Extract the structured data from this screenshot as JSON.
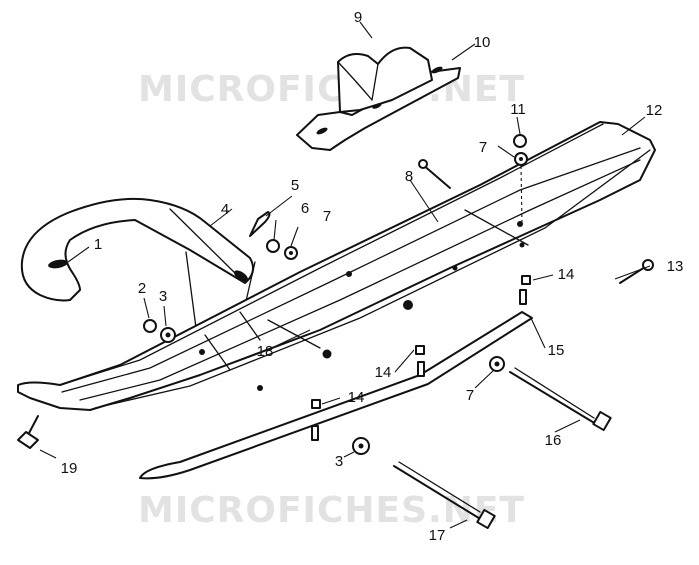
{
  "watermark_top": "MICROFICHES.NET",
  "watermark_bottom": "MICROFICHES.NET",
  "callouts": [
    {
      "id": "c1",
      "label": "1"
    },
    {
      "id": "c2",
      "label": "2"
    },
    {
      "id": "c3a",
      "label": "3"
    },
    {
      "id": "c3b",
      "label": "3"
    },
    {
      "id": "c4",
      "label": "4"
    },
    {
      "id": "c5",
      "label": "5"
    },
    {
      "id": "c6",
      "label": "6"
    },
    {
      "id": "c7a",
      "label": "7"
    },
    {
      "id": "c7b",
      "label": "7"
    },
    {
      "id": "c7c",
      "label": "7"
    },
    {
      "id": "c8",
      "label": "8"
    },
    {
      "id": "c9",
      "label": "9"
    },
    {
      "id": "c10",
      "label": "10"
    },
    {
      "id": "c11",
      "label": "11"
    },
    {
      "id": "c12",
      "label": "12"
    },
    {
      "id": "c13",
      "label": "13"
    },
    {
      "id": "c14a",
      "label": "14"
    },
    {
      "id": "c14b",
      "label": "14"
    },
    {
      "id": "c14c",
      "label": "14"
    },
    {
      "id": "c15",
      "label": "15"
    },
    {
      "id": "c16",
      "label": "16"
    },
    {
      "id": "c17",
      "label": "17"
    },
    {
      "id": "c18",
      "label": "18"
    },
    {
      "id": "c19",
      "label": "19"
    }
  ]
}
